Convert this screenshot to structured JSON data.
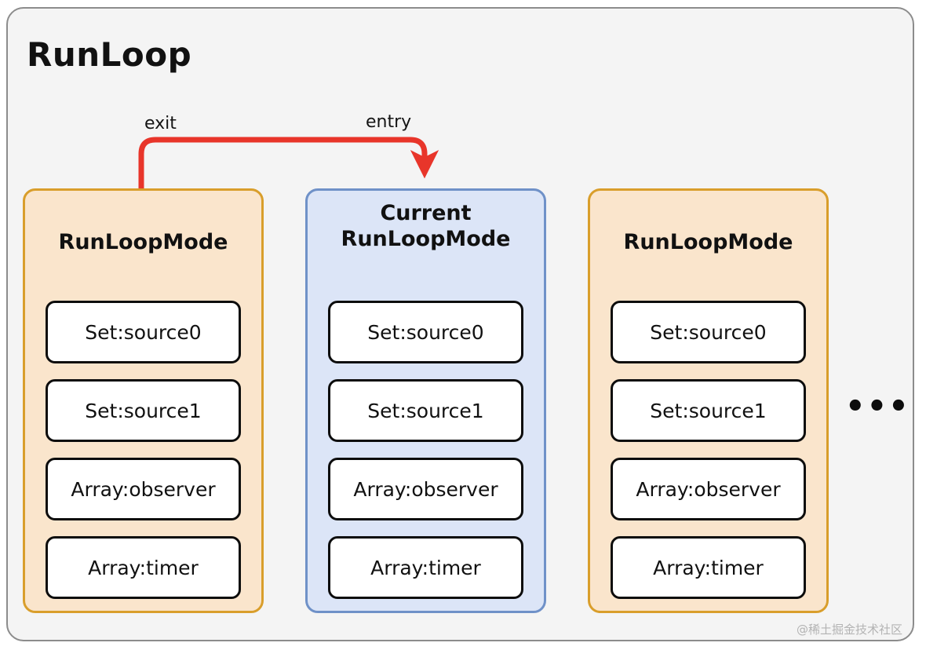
{
  "diagram": {
    "title": "RunLoop",
    "background_color": "#f4f4f4",
    "border_color": "#8c8c8c"
  },
  "arrow": {
    "color": "#e8352a",
    "exit_label": "exit",
    "entry_label": "entry",
    "name": "exit-to-entry-arrow"
  },
  "columns": [
    {
      "title": "RunLoopMode",
      "accent": "#d99e2b",
      "fill": "#fae5cc",
      "items": [
        "Set:source0",
        "Set:source1",
        "Array:observer",
        "Array:timer"
      ]
    },
    {
      "title": "Current\nRunLoopMode",
      "accent": "#6f91c8",
      "fill": "#dce5f7",
      "items": [
        "Set:source0",
        "Set:source1",
        "Array:observer",
        "Array:timer"
      ]
    },
    {
      "title": "RunLoopMode",
      "accent": "#d99e2b",
      "fill": "#fae5cc",
      "items": [
        "Set:source0",
        "Set:source1",
        "Array:observer",
        "Array:timer"
      ]
    }
  ],
  "ellipsis": "•••",
  "watermark": "@稀土掘金技术社区"
}
